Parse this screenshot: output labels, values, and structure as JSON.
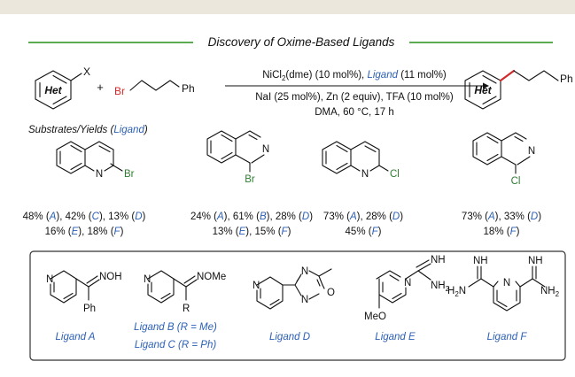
{
  "header": {
    "title": "Discovery of Oxime-Based Ligands"
  },
  "reaction": {
    "reactant1_label": "Het",
    "reactant1_substituent": "X",
    "plus": "+",
    "reactant2_halogen": "Br",
    "reactant2_end": "Ph",
    "conditions": {
      "line1_a": "NiCl",
      "line1_sub": "2",
      "line1_b": "(dme) (10 mol%), ",
      "line1_ligand": "Ligand",
      "line1_c": " (11 mol%)",
      "line2": "NaI (25 mol%), Zn (2 equiv), TFA (10 mol%)",
      "line3": "DMA, 60 °C, 17 h"
    },
    "product_label": "Het",
    "product_end": "Ph"
  },
  "substrates_heading": {
    "prefix": "Substrates/Yields (",
    "ligand": "Ligand",
    "suffix": ")"
  },
  "substrates": [
    {
      "name": "2-bromoquinoline",
      "N": "N",
      "halogen": "Br",
      "line1": [
        [
          "48% (",
          ""
        ],
        [
          "A",
          "i"
        ],
        [
          "), 42% (",
          ""
        ],
        [
          "C",
          "i"
        ],
        [
          "), 13% (",
          ""
        ],
        [
          "D",
          "i"
        ],
        [
          ")",
          ""
        ]
      ],
      "line2": [
        [
          "16% (",
          ""
        ],
        [
          "E",
          "i"
        ],
        [
          "), 18% (",
          ""
        ],
        [
          "F",
          "i"
        ],
        [
          ")",
          ""
        ]
      ]
    },
    {
      "name": "1-bromoisoquinoline",
      "N": "N",
      "halogen": "Br",
      "line1": [
        [
          "24% (",
          ""
        ],
        [
          "A",
          "i"
        ],
        [
          "), 61% (",
          ""
        ],
        [
          "B",
          "i"
        ],
        [
          "), 28% (",
          ""
        ],
        [
          "D",
          "i"
        ],
        [
          ")",
          ""
        ]
      ],
      "line2": [
        [
          "13% (",
          ""
        ],
        [
          "E",
          "i"
        ],
        [
          "), 15% (",
          ""
        ],
        [
          "F",
          "i"
        ],
        [
          ")",
          ""
        ]
      ]
    },
    {
      "name": "2-chloroquinoline",
      "N": "N",
      "halogen": "Cl",
      "line1": [
        [
          "73% (",
          ""
        ],
        [
          "A",
          "i"
        ],
        [
          "), 28% (",
          ""
        ],
        [
          "D",
          "i"
        ],
        [
          ")",
          ""
        ]
      ],
      "line2": [
        [
          "45% (",
          ""
        ],
        [
          "F",
          "i"
        ],
        [
          ")",
          ""
        ]
      ]
    },
    {
      "name": "1-chloroisoquinoline",
      "N": "N",
      "halogen": "Cl",
      "line1": [
        [
          "73% (",
          ""
        ],
        [
          "A",
          "i"
        ],
        [
          "), 33% (",
          ""
        ],
        [
          "D",
          "i"
        ],
        [
          ")",
          ""
        ]
      ],
      "line2": [
        [
          "18% (",
          ""
        ],
        [
          "F",
          "i"
        ],
        [
          ")",
          ""
        ]
      ]
    }
  ],
  "ligands": {
    "A": {
      "label": "Ligand A",
      "N": "N",
      "group": "NOH",
      "group_h": "H",
      "sub": "Ph"
    },
    "BC": {
      "label1": "Ligand B (R = Me)",
      "label2": "Ligand C (R = Ph)",
      "N": "N",
      "group": "NOMe",
      "group_h": "H",
      "sub": "R"
    },
    "D": {
      "label": "Ligand D",
      "N1": "N",
      "N2": "N",
      "N3": "N",
      "O": "O"
    },
    "E": {
      "label": "Ligand E",
      "N": "N",
      "NH": "NH",
      "NH2": "NH",
      "NH2_sub": "2",
      "OMe": "MeO"
    },
    "F": {
      "label": "Ligand F",
      "N": "N",
      "NH_left": "NH",
      "NH_right": "NH",
      "H2N": "H",
      "H2N_sub": "2",
      "H2N_N": "N",
      "NH2": "NH",
      "NH2_sub": "2"
    }
  },
  "colors": {
    "title_rule": "#5cab52",
    "accent_red": "#d22a2a",
    "ligand_blue": "#2b5fb5",
    "halogen_green": "#2f7d32",
    "box_border": "#333333",
    "top_band": "#ece7dc"
  }
}
